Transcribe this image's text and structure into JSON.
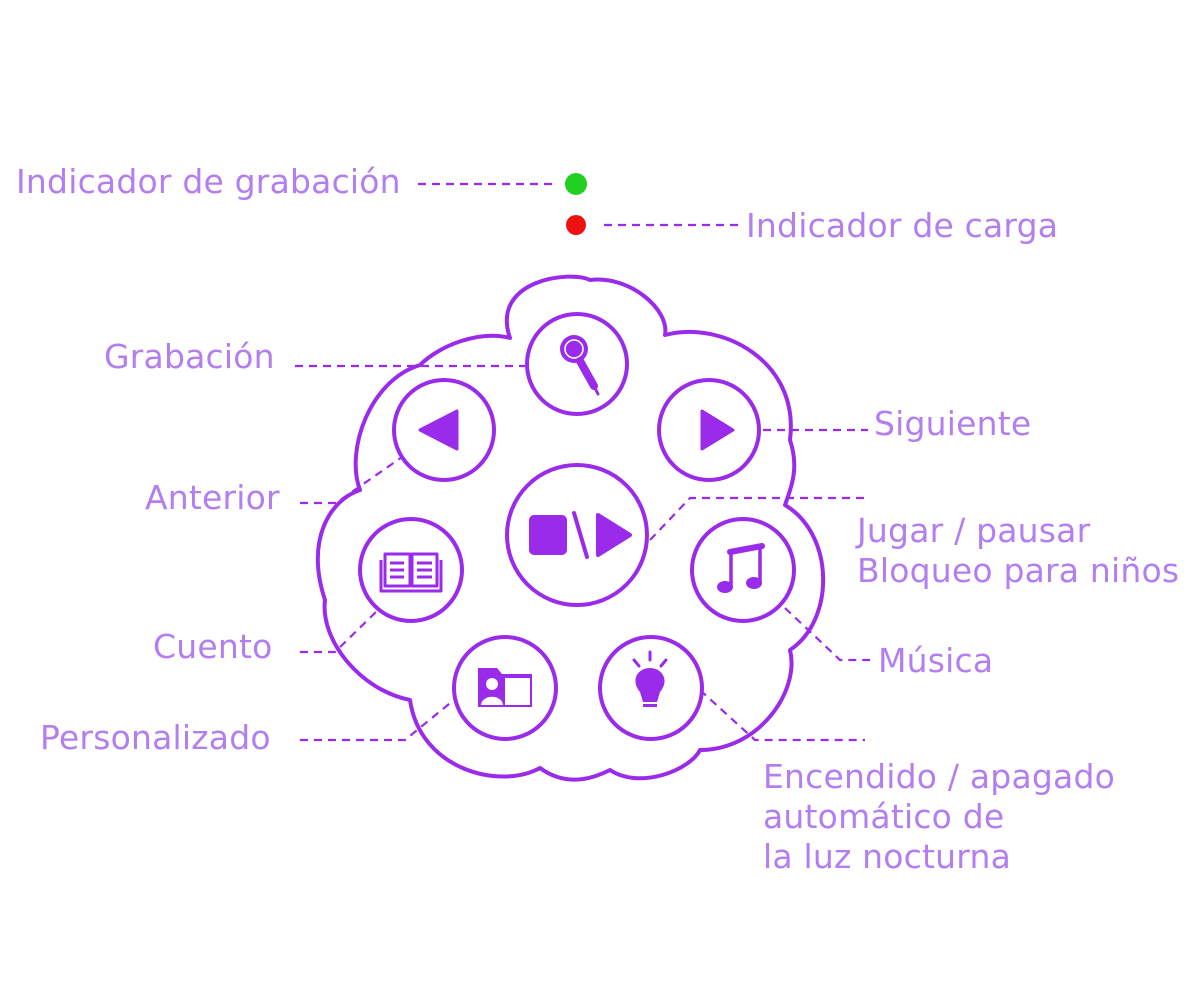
{
  "colors": {
    "accent": "#9a2bea",
    "label": "#b37ff0",
    "recording_dot": "#22d022",
    "charging_dot": "#ee1111",
    "background": "#ffffff"
  },
  "indicators": {
    "recording_label": "Indicador de grabación",
    "charging_label": "Indicador de carga"
  },
  "buttons": {
    "record": {
      "label": "Grabación",
      "icon": "microphone-icon"
    },
    "previous": {
      "label": "Anterior",
      "icon": "triangle-left-icon"
    },
    "next": {
      "label": "Siguiente",
      "icon": "triangle-right-icon"
    },
    "play_pause": {
      "label_line1": "Jugar / pausar",
      "label_line2": "Bloqueo para niños",
      "icon": "stop-play-icon"
    },
    "story": {
      "label": "Cuento",
      "icon": "book-icon"
    },
    "music": {
      "label": "Música",
      "icon": "music-note-icon"
    },
    "custom": {
      "label": "Personalizado",
      "icon": "folder-user-icon"
    },
    "night_light": {
      "label_line1": "Encendido / apagado",
      "label_line2": "automático de",
      "label_line3": "la luz nocturna",
      "icon": "light-bulb-icon"
    }
  }
}
